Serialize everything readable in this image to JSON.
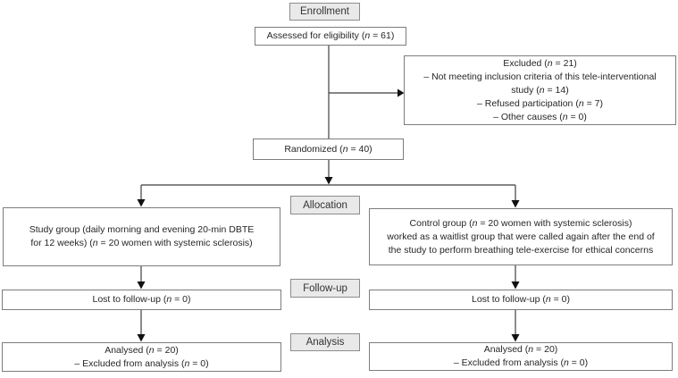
{
  "figure": {
    "type": "consort-flow-diagram",
    "stage_labels": {
      "enrollment": "Enrollment",
      "allocation": "Allocation",
      "followup": "Follow-up",
      "analysis": "Analysis"
    },
    "boxes": {
      "assessed": {
        "lines": [
          "Assessed for eligibility (n = 61)"
        ]
      },
      "excluded": {
        "lines": [
          "Excluded (n = 21)",
          "– Not meeting inclusion criteria of this tele-interventional",
          "study (n = 14)",
          "– Refused participation (n = 7)",
          "– Other causes (n = 0)"
        ]
      },
      "randomized": {
        "lines": [
          "Randomized (n = 40)"
        ]
      },
      "study_group": {
        "lines": [
          "Study group (daily morning and evening 20-min DBTE",
          "for 12 weeks) (n = 20 women with systemic sclerosis)"
        ]
      },
      "control_group": {
        "lines": [
          "Control group (n = 20 women with systemic sclerosis)",
          "worked as a waitlist group that were called again after the end of",
          "the study to perform breathing tele-exercise for ethical concerns"
        ]
      },
      "lost_left": {
        "lines": [
          "Lost to follow-up (n = 0)"
        ]
      },
      "lost_right": {
        "lines": [
          "Lost to follow-up (n = 0)"
        ]
      },
      "analysed_left": {
        "lines": [
          "Analysed (n = 20)",
          "– Excluded from analysis (n = 0)"
        ]
      },
      "analysed_right": {
        "lines": [
          "Analysed (n = 20)",
          "– Excluded from analysis (n = 0)"
        ]
      }
    },
    "colors": {
      "box_border": "#7d7d7d",
      "label_fill": "#e9e9e9",
      "line": "#3f3f3f",
      "text": "#262626",
      "background": "#ffffff"
    }
  }
}
